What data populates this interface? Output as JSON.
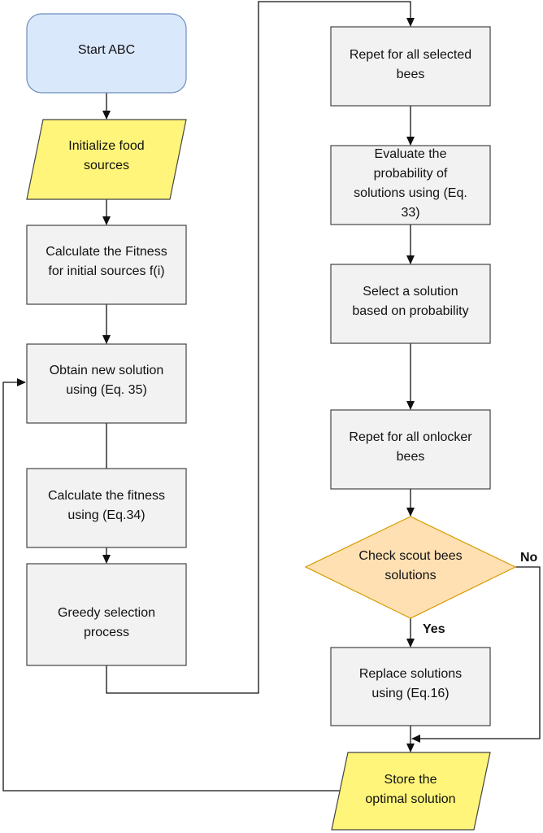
{
  "colors": {
    "start_fill": "#dae8fc",
    "start_stroke": "#6c8ebf",
    "io_fill": "#fff57a",
    "process_fill": "#f2f2f2",
    "decision_fill": "#ffe0b3",
    "decision_stroke": "#d79b00",
    "line": "#111111"
  },
  "nodes": {
    "start": {
      "lines": [
        "Start ABC"
      ]
    },
    "init": {
      "lines": [
        "Initialize food",
        "sources"
      ]
    },
    "fitness_initial": {
      "lines": [
        "Calculate the Fitness",
        "for initial sources f(i)"
      ]
    },
    "new_solution": {
      "lines": [
        "Obtain new solution",
        "using (Eq. 35)"
      ]
    },
    "fitness_eq34": {
      "lines": [
        "Calculate the fitness",
        "using (Eq.34)"
      ]
    },
    "greedy": {
      "lines": [
        "Greedy selection",
        "process"
      ]
    },
    "repeat_selected": {
      "lines": [
        "Repet for all selected",
        "bees"
      ]
    },
    "probability": {
      "lines": [
        "Evaluate the",
        "probability of",
        "solutions using (Eq.",
        "33)"
      ]
    },
    "select_solution": {
      "lines": [
        "Select a solution",
        "based on probability"
      ]
    },
    "repeat_onlooker": {
      "lines": [
        "Repet for all onlocker",
        "bees"
      ]
    },
    "scout_check": {
      "lines": [
        "Check scout bees",
        "solutions"
      ]
    },
    "replace": {
      "lines": [
        "Replace solutions",
        "using (Eq.16)"
      ]
    },
    "store": {
      "lines": [
        "Store the",
        "optimal solution"
      ]
    }
  },
  "edge_labels": {
    "yes": "Yes",
    "no": "No"
  }
}
